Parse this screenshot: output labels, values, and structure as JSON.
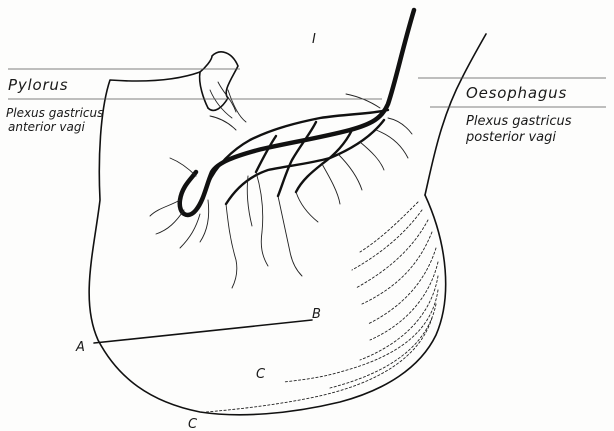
{
  "labels": {
    "roman": "I",
    "pylorus": "Pylorus",
    "oesophagus": "Oesophagus",
    "plexus_anterior_1": "Plexus gastricus",
    "plexus_anterior_2": "anterior vagi",
    "plexus_posterior_1": "Plexus gastricus",
    "plexus_posterior_2": "posterior vagi",
    "point_a": "A",
    "point_b": "B",
    "point_c_inner": "C",
    "point_c_outer": "C"
  },
  "colors": {
    "ink": "#111111",
    "paper": "#fdfdfc"
  }
}
